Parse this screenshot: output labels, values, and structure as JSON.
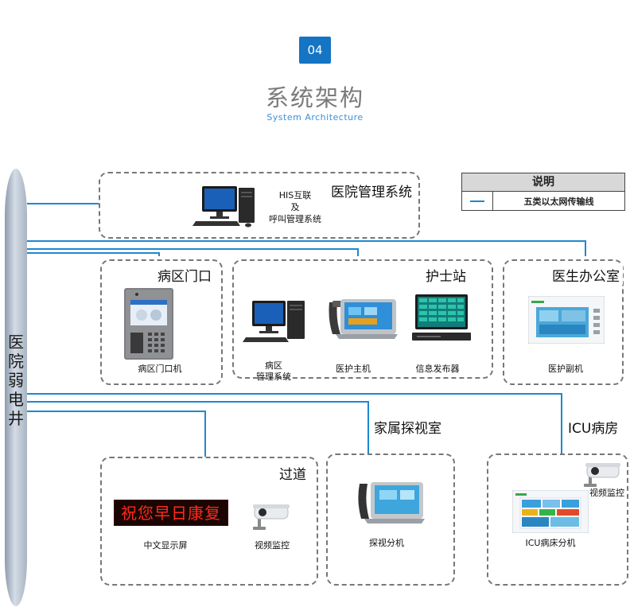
{
  "header": {
    "badge": "04",
    "title": "系统架构",
    "subtitle": "System Architecture"
  },
  "trunk": {
    "label": "医院弱电井"
  },
  "legend": {
    "title": "说明",
    "line_label": "五类以太网传输线",
    "line_color": "#1e88d0"
  },
  "his": {
    "title": "医院管理系统",
    "text_line1": "HIS互联",
    "text_line2": "及",
    "text_line3": "呼叫管理系统"
  },
  "ward_gate": {
    "title": "病区门口",
    "device": "病区门口机"
  },
  "nurse_station": {
    "title": "护士站",
    "device1_line1": "病区",
    "device1_line2": "管理系统",
    "device2": "医护主机",
    "device3": "信息发布器"
  },
  "doctor_office": {
    "title": "医生办公室",
    "device": "医护副机"
  },
  "corridor": {
    "title": "过道",
    "led_text": "祝您早日康复",
    "device1": "中文显示屏",
    "device2": "视频监控"
  },
  "family_room": {
    "title": "家属探视室",
    "device": "探视分机"
  },
  "icu": {
    "title": "ICU病房",
    "camera": "视频监控",
    "device": "ICU病床分机"
  }
}
